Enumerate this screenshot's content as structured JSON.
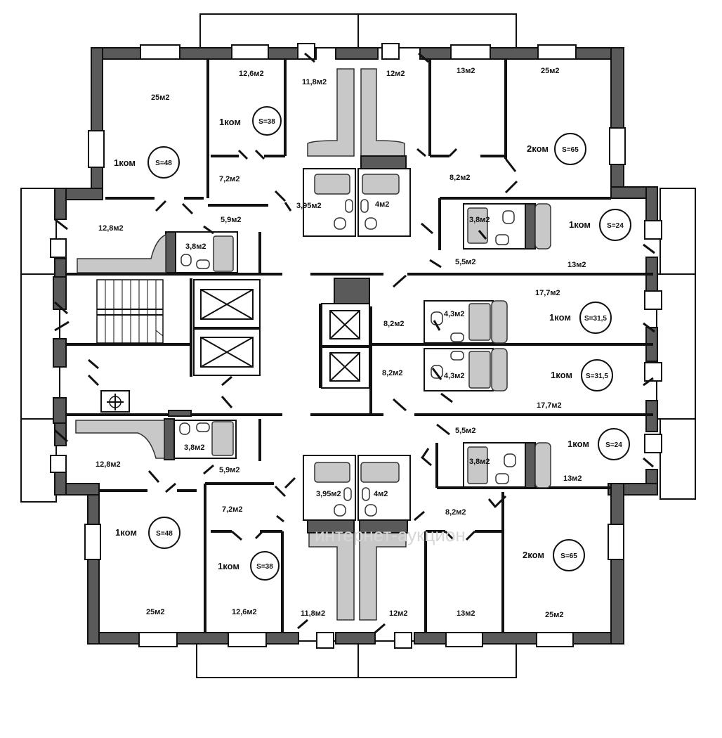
{
  "floor_plan": {
    "watermark": "интернет-аукцион",
    "apartments": [
      {
        "id": "nw-1k-48",
        "label": "1ком",
        "total": "S=48"
      },
      {
        "id": "n-1k-38",
        "label": "1ком",
        "total": "S=38"
      },
      {
        "id": "ne-2k-65",
        "label": "2ком",
        "total": "S=65"
      },
      {
        "id": "e-1k-24-top",
        "label": "1ком",
        "total": "S=24"
      },
      {
        "id": "e-1k-315-top",
        "label": "1ком",
        "total": "S=31,5"
      },
      {
        "id": "e-1k-315-bottom",
        "label": "1ком",
        "total": "S=31,5"
      },
      {
        "id": "e-1k-24-bottom",
        "label": "1ком",
        "total": "S=24"
      },
      {
        "id": "sw-1k-48",
        "label": "1ком",
        "total": "S=48"
      },
      {
        "id": "s-1k-38",
        "label": "1ком",
        "total": "S=38"
      },
      {
        "id": "se-2k-65",
        "label": "2ком",
        "total": "S=65"
      }
    ],
    "rooms": [
      {
        "id": "r01",
        "area": "25м2"
      },
      {
        "id": "r02",
        "area": "12,6м2"
      },
      {
        "id": "r03",
        "area": "11,8м2"
      },
      {
        "id": "r04",
        "area": "12м2"
      },
      {
        "id": "r05",
        "area": "13м2"
      },
      {
        "id": "r06",
        "area": "25м2"
      },
      {
        "id": "r07",
        "area": "7,2м2"
      },
      {
        "id": "r08",
        "area": "3,95м2"
      },
      {
        "id": "r09",
        "area": "4м2"
      },
      {
        "id": "r10",
        "area": "8,2м2"
      },
      {
        "id": "r11",
        "area": "12,8м2"
      },
      {
        "id": "r12",
        "area": "5,9м2"
      },
      {
        "id": "r13",
        "area": "3,8м2"
      },
      {
        "id": "r14",
        "area": "3,8м2"
      },
      {
        "id": "r15",
        "area": "5,5м2"
      },
      {
        "id": "r16",
        "area": "13м2"
      },
      {
        "id": "r17",
        "area": "17,7м2"
      },
      {
        "id": "r18",
        "area": "4,3м2"
      },
      {
        "id": "r19",
        "area": "8,2м2"
      },
      {
        "id": "r20",
        "area": "8,2м2"
      },
      {
        "id": "r21",
        "area": "4,3м2"
      },
      {
        "id": "r22",
        "area": "17,7м2"
      },
      {
        "id": "r23",
        "area": "5,5м2"
      },
      {
        "id": "r24",
        "area": "3,8м2"
      },
      {
        "id": "r25",
        "area": "13м2"
      },
      {
        "id": "r26",
        "area": "12,8м2"
      },
      {
        "id": "r27",
        "area": "3,8м2"
      },
      {
        "id": "r28",
        "area": "5,9м2"
      },
      {
        "id": "r29",
        "area": "3,95м2"
      },
      {
        "id": "r30",
        "area": "4м2"
      },
      {
        "id": "r31",
        "area": "7,2м2"
      },
      {
        "id": "r32",
        "area": "8,2м2"
      },
      {
        "id": "r33",
        "area": "25м2"
      },
      {
        "id": "r34",
        "area": "12,6м2"
      },
      {
        "id": "r35",
        "area": "11,8м2"
      },
      {
        "id": "r36",
        "area": "12м2"
      },
      {
        "id": "r37",
        "area": "13м2"
      },
      {
        "id": "r38",
        "area": "25м2"
      }
    ]
  }
}
